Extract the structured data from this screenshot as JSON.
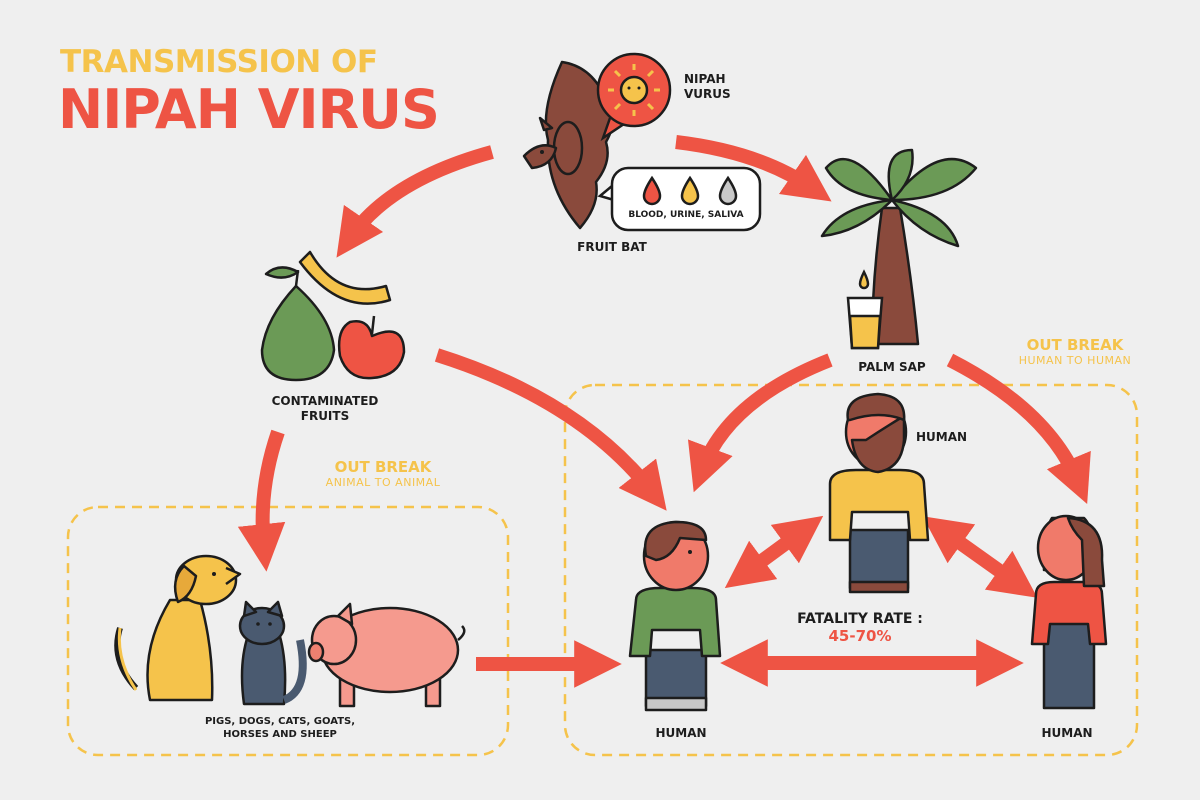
{
  "title": {
    "line1": "TRANSMISSION OF",
    "line2": "NIPAH VIRUS"
  },
  "labels": {
    "virus": [
      "NIPAH",
      "VURUS"
    ],
    "fluids": "BLOOD, URINE, SALIVA",
    "bat": "FRUIT BAT",
    "palm": "PALM SAP",
    "fruits": [
      "CONTAMINATED",
      "FRUITS"
    ],
    "animals": [
      "PIGS, DOGS, CATS, GOATS,",
      "HORSES AND SHEEP"
    ],
    "human_top": "HUMAN",
    "human_left": "HUMAN",
    "human_right": "HUMAN"
  },
  "outbreak_animal": {
    "heading": "OUT BREAK",
    "sub": "ANIMAL TO ANIMAL"
  },
  "outbreak_human": {
    "heading": "OUT BREAK",
    "sub": "HUMAN TO HUMAN"
  },
  "fatality": {
    "label": "FATALITY RATE :",
    "value": "45-70%"
  },
  "colors": {
    "arrow": "#ee5444",
    "accent": "#f5c34b",
    "background": "#efefef",
    "outline": "#1d1d1d"
  }
}
